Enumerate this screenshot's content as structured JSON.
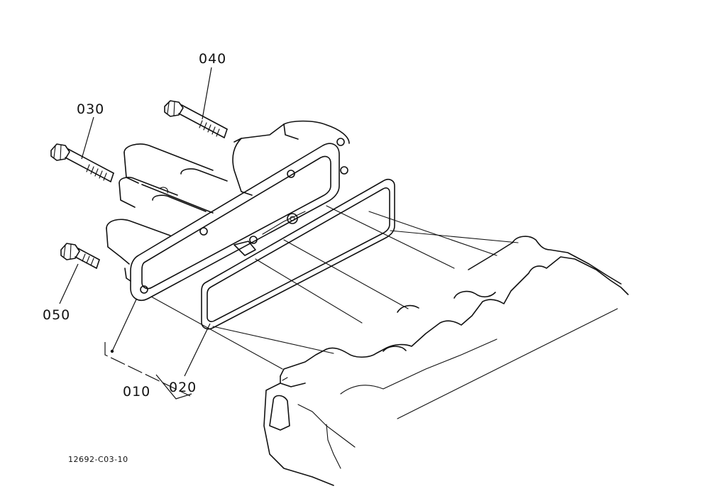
{
  "labels": {
    "p010": "010",
    "p020": "020",
    "p030": "030",
    "p040": "040",
    "p050": "050"
  },
  "drawing_code": "12692-C03-10"
}
